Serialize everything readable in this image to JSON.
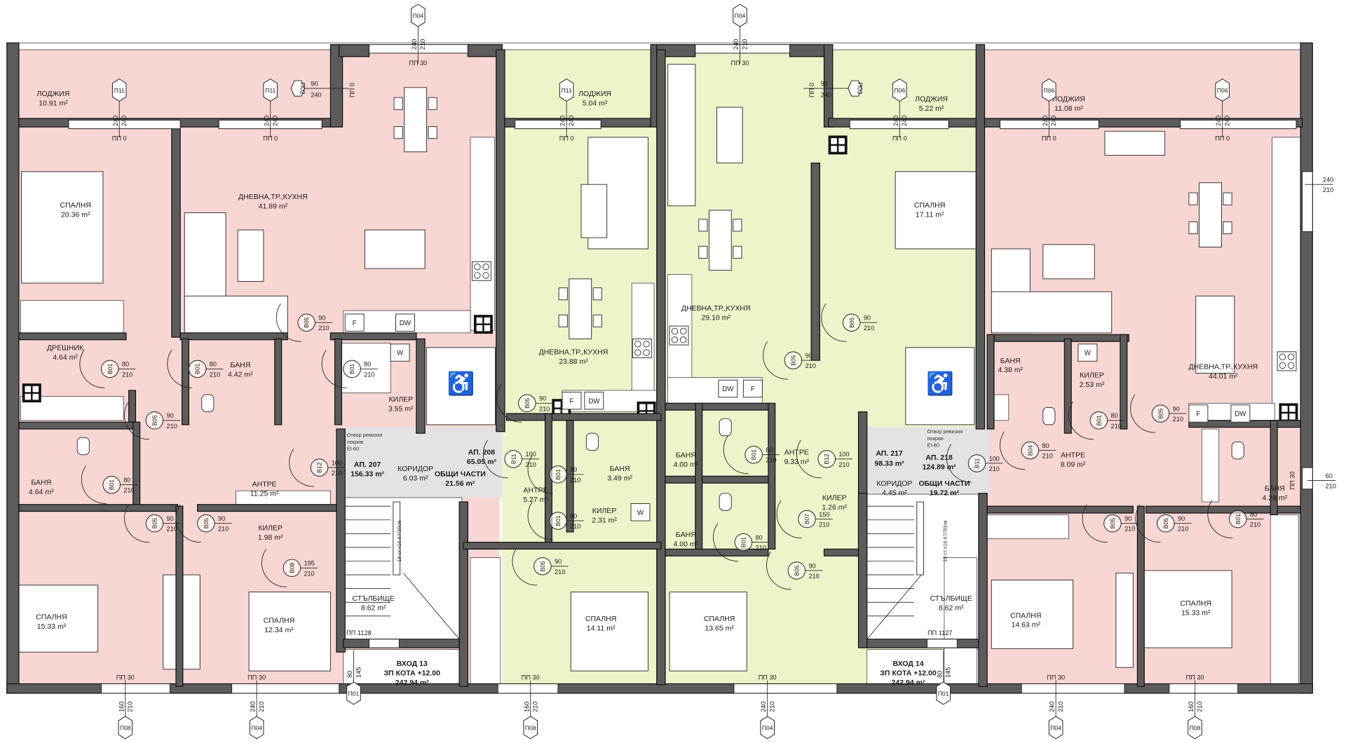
{
  "colors": {
    "apartment_pink": "#f8d6d3",
    "apartment_green": "#eef4c9",
    "common_grey": "#e3e3e3",
    "wall": "#5c5c5c"
  },
  "apartments": [
    {
      "label": "АП. 207",
      "area": "156.33 m²"
    },
    {
      "label": "АП. 208",
      "area": "65.05 m²"
    },
    {
      "label": "АП. 217",
      "area": "98.33 m²"
    },
    {
      "label": "АП. 218",
      "area": "124.89 m²"
    }
  ],
  "common": [
    {
      "name": "ОБЩИ ЧАСТИ",
      "area": "21.56 m²"
    },
    {
      "name": "ОБЩИ ЧАСТИ",
      "area": "19.72 m²"
    }
  ],
  "entrances": [
    {
      "name": "ВХОД 13",
      "level": "ЗП КОТА +12.00",
      "area": "242.94 m²"
    },
    {
      "name": "ВХОД 14",
      "level": "ЗП КОТА +12.00",
      "area": "242.94 m²"
    }
  ],
  "notes": {
    "revision_opening": [
      "Отвор ревизия",
      "покрив",
      "EI-60"
    ],
    "stairs_spec": "18 ст.х16.67/30см"
  },
  "rooms": [
    {
      "name": "ЛОДЖИЯ",
      "area": "10.91 m²"
    },
    {
      "name": "ДНЕВНА,ТР.,КУХНЯ",
      "area": "41.89 m²"
    },
    {
      "name": "СПАЛНЯ",
      "area": "20.36 m²"
    },
    {
      "name": "ДРЕШНИК",
      "area": "4.64 m²"
    },
    {
      "name": "БАНЯ",
      "area": "4.42 m²"
    },
    {
      "name": "КИЛЕР",
      "area": "3.55 m²"
    },
    {
      "name": "АНТРЕ",
      "area": "11.25 m²"
    },
    {
      "name": "БАНЯ",
      "area": "4.64 m²"
    },
    {
      "name": "КИЛЕР",
      "area": "1.98 m²"
    },
    {
      "name": "СПАЛНЯ",
      "area": "15.33 m²"
    },
    {
      "name": "СПАЛНЯ",
      "area": "12.34 m²"
    },
    {
      "name": "КОРИДОР",
      "area": "6.03 m²"
    },
    {
      "name": "СТЪЛБИЩЕ",
      "area": "8.62 m²"
    },
    {
      "name": "ЛОДЖИЯ",
      "area": "5.04 m²"
    },
    {
      "name": "ДНЕВНА,ТР.,КУХНЯ",
      "area": "23.88 m²"
    },
    {
      "name": "АНТРЕ",
      "area": "5.27 m²"
    },
    {
      "name": "БАНЯ",
      "area": "3.49 m²"
    },
    {
      "name": "КИЛЕР",
      "area": "2.31 m²"
    },
    {
      "name": "СПАЛНЯ",
      "area": "14.11 m²"
    },
    {
      "name": "ДНЕВНА,ТР.,КУХНЯ",
      "area": "29.10 m²"
    },
    {
      "name": "ЛОДЖИЯ",
      "area": "5.22 m²"
    },
    {
      "name": "СПАЛНЯ",
      "area": "17.11 m²"
    },
    {
      "name": "БАНЯ",
      "area": "4.00 m²"
    },
    {
      "name": "АНТРЕ",
      "area": "9.33 m²"
    },
    {
      "name": "БАНЯ",
      "area": "4.00 m²"
    },
    {
      "name": "КИЛЕР",
      "area": "1.26 m²"
    },
    {
      "name": "СПАЛНЯ",
      "area": "13.65 m²"
    },
    {
      "name": "КОРИДОР",
      "area": "4.45 m²"
    },
    {
      "name": "СТЪЛБИЩЕ",
      "area": "8.62 m²"
    },
    {
      "name": "ЛОДЖИЯ",
      "area": "11.08 m²"
    },
    {
      "name": "ДНЕВНА,ТР.,КУХНЯ",
      "area": "44.01 m²"
    },
    {
      "name": "БАНЯ",
      "area": "4.38 m²"
    },
    {
      "name": "КИЛЕР",
      "area": "2.53 m²"
    },
    {
      "name": "АНТРЕ",
      "area": "8.09 m²"
    },
    {
      "name": "БАНЯ",
      "area": "4.29 m²"
    },
    {
      "name": "СПАЛНЯ",
      "area": "14.63 m²"
    },
    {
      "name": "СПАЛНЯ",
      "area": "15.33 m²"
    }
  ],
  "window_tags": [
    {
      "code": "П04",
      "dims": [
        "240",
        "210"
      ],
      "sill": "ПП 30"
    },
    {
      "code": "П11",
      "dims": [
        "240",
        "240"
      ],
      "sill": "ПП 0"
    },
    {
      "code": "П11",
      "dims": [
        "240",
        "240"
      ],
      "sill": "ПП 0"
    },
    {
      "code": "П02",
      "dims": [
        "90",
        "240"
      ],
      "sill": "ПП 0"
    },
    {
      "code": "П11",
      "dims": [
        "240",
        "240"
      ],
      "sill": "ПП 0"
    },
    {
      "code": "П04",
      "dims": [
        "240",
        "210"
      ],
      "sill": "ПП 30"
    },
    {
      "code": "П03",
      "dims": [
        "90",
        "240"
      ],
      "sill": "ПП 0"
    },
    {
      "code": "П06",
      "dims": [
        "240",
        "240"
      ],
      "sill": "ПП 0"
    },
    {
      "code": "П06",
      "dims": [
        "240",
        "240"
      ],
      "sill": "ПП 0"
    },
    {
      "code": "П06",
      "dims": [
        "240",
        "240"
      ],
      "sill": "ПП 0"
    },
    {
      "code": "П08",
      "dims": [
        "160",
        "210"
      ],
      "sill": "ПП 30"
    },
    {
      "code": "П04",
      "dims": [
        "240",
        "210"
      ],
      "sill": "ПП 30"
    },
    {
      "code": "П08",
      "dims": [
        "160",
        "210"
      ],
      "sill": "ПП 30"
    },
    {
      "code": "П04",
      "dims": [
        "240",
        "210"
      ],
      "sill": "ПП 30"
    },
    {
      "code": "П04",
      "dims": [
        "240",
        "210"
      ],
      "sill": "ПП 30"
    },
    {
      "code": "П08",
      "dims": [
        "160",
        "210"
      ],
      "sill": "ПП 30"
    },
    {
      "code": "П01",
      "dims": [
        "80",
        "145"
      ],
      "sill": "ПП 1128"
    },
    {
      "code": "П01",
      "dims": [
        "80",
        "145"
      ],
      "sill": "ПП 1127"
    },
    {
      "code": "",
      "dims": [
        "240",
        "210"
      ],
      "sill": ""
    },
    {
      "code": "",
      "dims": [
        "60",
        "210"
      ],
      "sill": "ПП 30"
    }
  ],
  "door_tags": [
    {
      "code": "В05",
      "dims": [
        "90",
        "210"
      ]
    },
    {
      "code": "В01",
      "dims": [
        "80",
        "210"
      ]
    },
    {
      "code": "В01",
      "dims": [
        "80",
        "210"
      ]
    },
    {
      "code": "В01",
      "dims": [
        "80",
        "210"
      ]
    },
    {
      "code": "В05",
      "dims": [
        "90",
        "210"
      ]
    },
    {
      "code": "В01",
      "dims": [
        "80",
        "210"
      ]
    },
    {
      "code": "В05",
      "dims": [
        "90",
        "210"
      ]
    },
    {
      "code": "В05",
      "dims": [
        "90",
        "210"
      ]
    },
    {
      "code": "В08",
      "dims": [
        "195",
        "210"
      ]
    },
    {
      "code": "В12",
      "dims": [
        "100",
        "210"
      ]
    },
    {
      "code": "В11",
      "dims": [
        "100",
        "210"
      ]
    },
    {
      "code": "В05",
      "dims": [
        "90",
        "210"
      ]
    },
    {
      "code": "В01",
      "dims": [
        "80",
        "210"
      ]
    },
    {
      "code": "В01",
      "dims": [
        "80",
        "210"
      ]
    },
    {
      "code": "В05",
      "dims": [
        "90",
        "210"
      ]
    },
    {
      "code": "В05",
      "dims": [
        "90",
        "210"
      ]
    },
    {
      "code": "В05",
      "dims": [
        "90",
        "210"
      ]
    },
    {
      "code": "В01",
      "dims": [
        "80",
        "210"
      ]
    },
    {
      "code": "В01",
      "dims": [
        "80",
        "210"
      ]
    },
    {
      "code": "В05",
      "dims": [
        "90",
        "210"
      ]
    },
    {
      "code": "В07",
      "dims": [
        "150",
        "210"
      ]
    },
    {
      "code": "В12",
      "dims": [
        "100",
        "210"
      ]
    },
    {
      "code": "В11",
      "dims": [
        "100",
        "210"
      ]
    },
    {
      "code": "В04",
      "dims": [
        "80",
        "210"
      ]
    },
    {
      "code": "В01",
      "dims": [
        "80",
        "210"
      ]
    },
    {
      "code": "В05",
      "dims": [
        "90",
        "210"
      ]
    },
    {
      "code": "В01",
      "dims": [
        "80",
        "210"
      ]
    },
    {
      "code": "В05",
      "dims": [
        "90",
        "210"
      ]
    },
    {
      "code": "В05",
      "dims": [
        "90",
        "210"
      ]
    }
  ],
  "fixtures": [
    "F",
    "DW",
    "W",
    "F",
    "DW",
    "W",
    "DW",
    "F",
    "F",
    "DW",
    "W"
  ],
  "icons": [
    "wheelchair-icon",
    "elevator-icon"
  ]
}
